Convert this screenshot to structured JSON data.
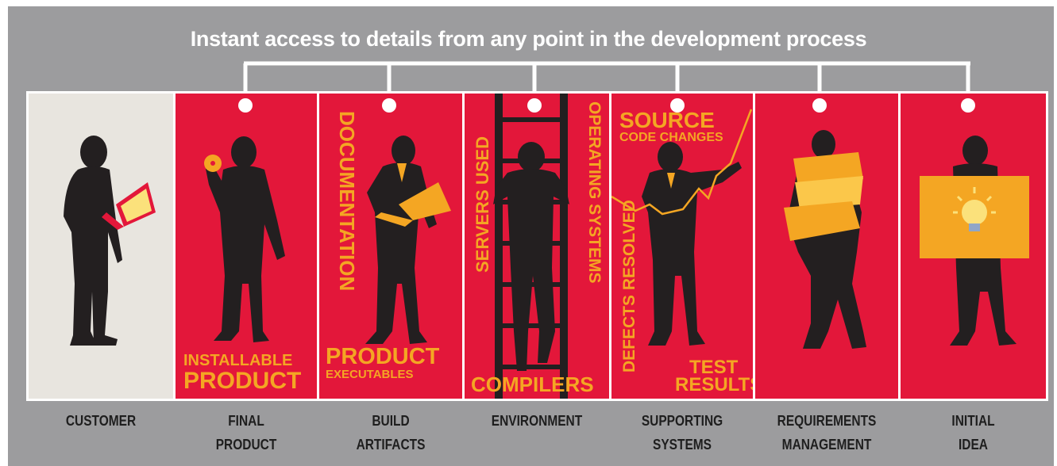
{
  "headline": "Instant access to details from any point in the development process",
  "colors": {
    "background": "#9c9c9e",
    "panel_red": "#e3173a",
    "customer_panel": "#e8e5df",
    "accent_yellow": "#f4a623",
    "silhouette": "#231f20"
  },
  "panels": [
    {
      "id": "customer",
      "icon": "customer-with-laptop-icon",
      "label_line1": "CUSTOMER",
      "label_line2": ""
    },
    {
      "id": "final-product",
      "icon": "person-holding-disc-icon",
      "texts": [
        "INSTALLABLE",
        "PRODUCT"
      ],
      "label_line1": "FINAL",
      "label_line2": "PRODUCT"
    },
    {
      "id": "build-artifacts",
      "icon": "person-with-laptop-icon",
      "texts": [
        "DOCUMENTATION",
        "PRODUCT",
        "EXECUTABLES"
      ],
      "label_line1": "BUILD",
      "label_line2": "ARTIFACTS"
    },
    {
      "id": "environment",
      "icon": "person-on-ladder-icon",
      "texts": [
        "SERVERS USED",
        "OPERATING SYSTEMS",
        "COMPILERS"
      ],
      "label_line1": "ENVIRONMENT",
      "label_line2": ""
    },
    {
      "id": "supporting-systems",
      "icon": "person-drawing-chart-icon",
      "texts": [
        "SOURCE",
        "CODE CHANGES",
        "DEFECTS RESOLVED",
        "TEST",
        "RESULTS"
      ],
      "label_line1": "SUPPORTING",
      "label_line2": "SYSTEMS"
    },
    {
      "id": "requirements-management",
      "icon": "person-carrying-boxes-icon",
      "label_line1": "REQUIREMENTS",
      "label_line2": "MANAGEMENT"
    },
    {
      "id": "initial-idea",
      "icon": "person-holding-lightbulb-sign-icon",
      "label_line1": "INITIAL",
      "label_line2": "IDEA"
    }
  ]
}
